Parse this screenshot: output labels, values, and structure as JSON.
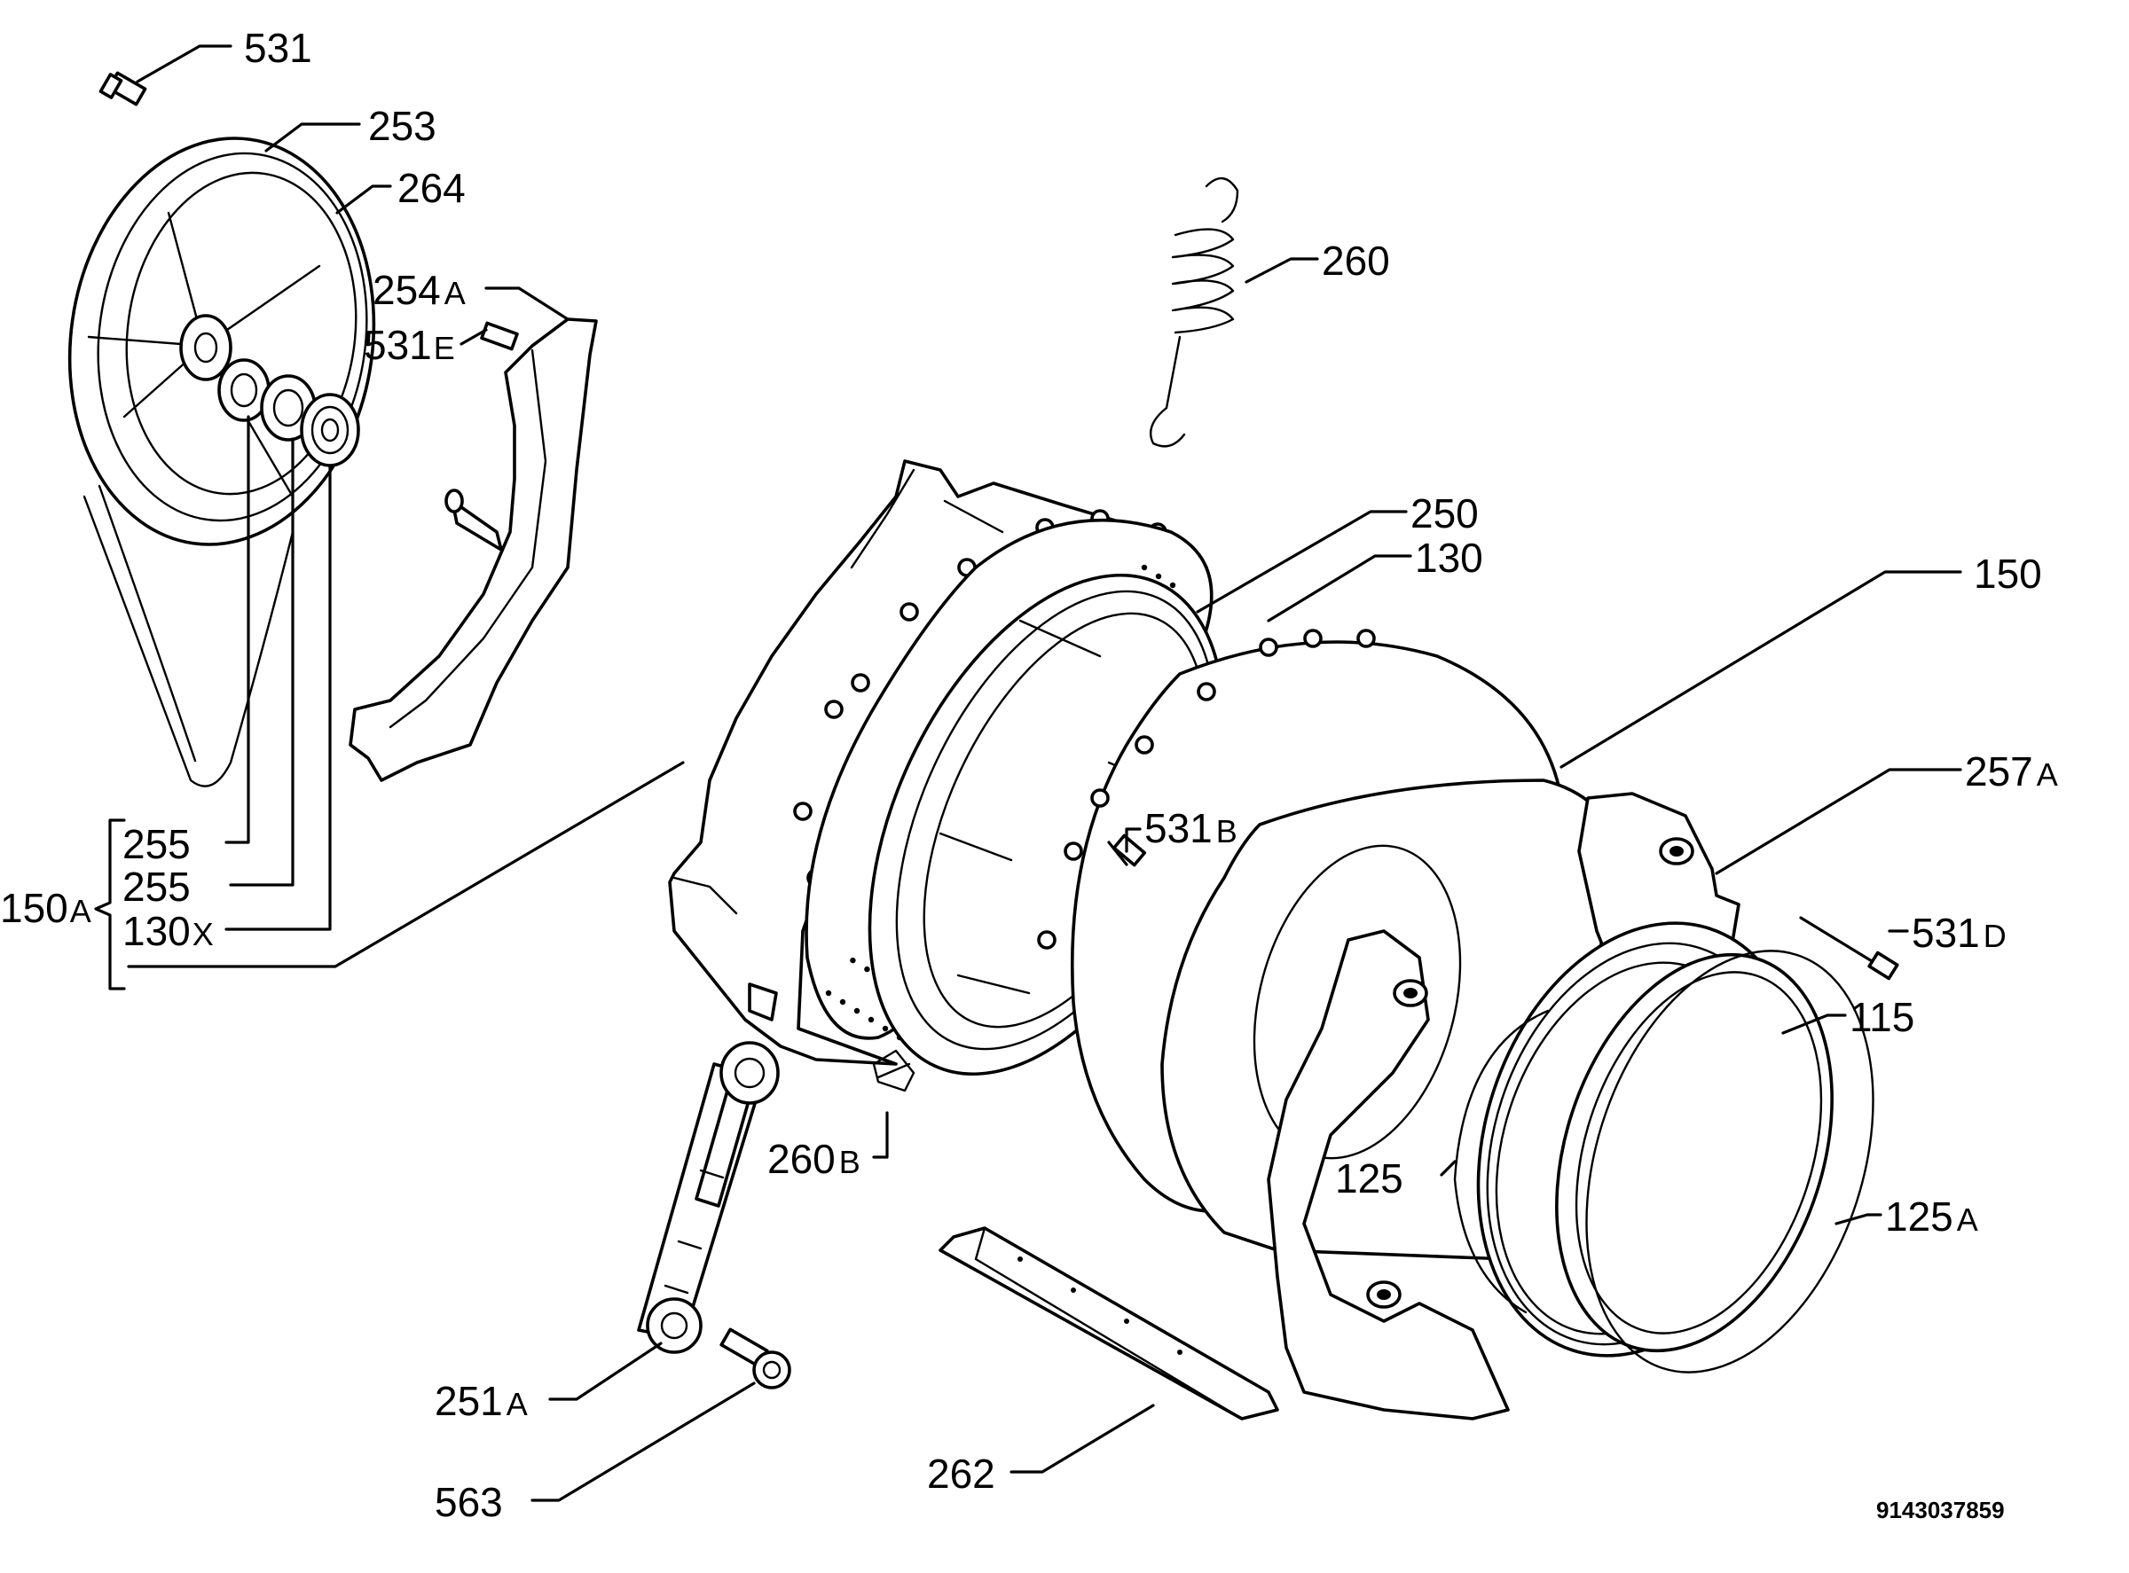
{
  "diagram": {
    "document_id": "9143037859",
    "labels": {
      "p531": {
        "main": "531",
        "suffix": ""
      },
      "p253": {
        "main": "253",
        "suffix": ""
      },
      "p264": {
        "main": "264",
        "suffix": ""
      },
      "p254A": {
        "main": "254",
        "suffix": "A"
      },
      "p531E": {
        "main": "531",
        "suffix": "E"
      },
      "p260": {
        "main": "260",
        "suffix": ""
      },
      "p250": {
        "main": "250",
        "suffix": ""
      },
      "p130": {
        "main": "130",
        "suffix": ""
      },
      "p150": {
        "main": "150",
        "suffix": ""
      },
      "p257A": {
        "main": "257",
        "suffix": "A"
      },
      "p531B": {
        "main": "531",
        "suffix": "B"
      },
      "p531D": {
        "main": "531",
        "suffix": "D"
      },
      "p115": {
        "main": "115",
        "suffix": ""
      },
      "p125": {
        "main": "125",
        "suffix": ""
      },
      "p125A": {
        "main": "125",
        "suffix": "A"
      },
      "p260B": {
        "main": "260",
        "suffix": "B"
      },
      "p251A": {
        "main": "251",
        "suffix": "A"
      },
      "p563": {
        "main": "563",
        "suffix": ""
      },
      "p262": {
        "main": "262",
        "suffix": ""
      },
      "p150A": {
        "main": "150",
        "suffix": "A"
      },
      "p255a": {
        "main": "255",
        "suffix": ""
      },
      "p255b": {
        "main": "255",
        "suffix": ""
      },
      "p130X": {
        "main": "130",
        "suffix": "X"
      }
    }
  }
}
